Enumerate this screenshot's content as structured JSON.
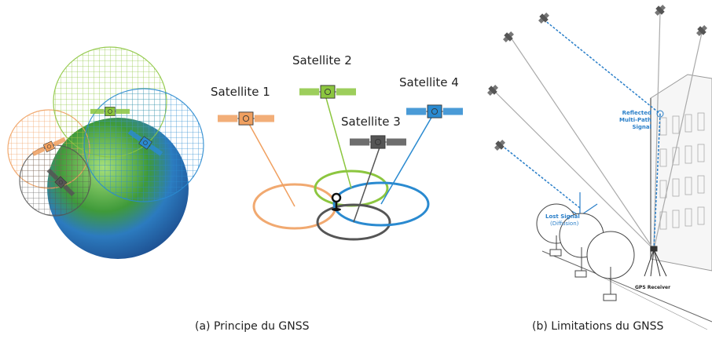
{
  "panel_a": {
    "satellite_labels": [
      "Satellite 1",
      "Satellite 2",
      "Satellite 3",
      "Satellite 4"
    ],
    "caption": "(a) Principe du GNSS",
    "colors": {
      "satellite_1": "#f0a060",
      "satellite_2": "#8cc63f",
      "satellite_3": "#555555",
      "satellite_4": "#2a8ad0"
    }
  },
  "panel_b": {
    "reflected_label": [
      "Reflected",
      "Multi-Path",
      "Signal"
    ],
    "lost_label": [
      "Lost Signal",
      "(Diffusion)"
    ],
    "receiver_label": "GPS Receiver",
    "caption": "(b) Limitations du GNSS"
  }
}
